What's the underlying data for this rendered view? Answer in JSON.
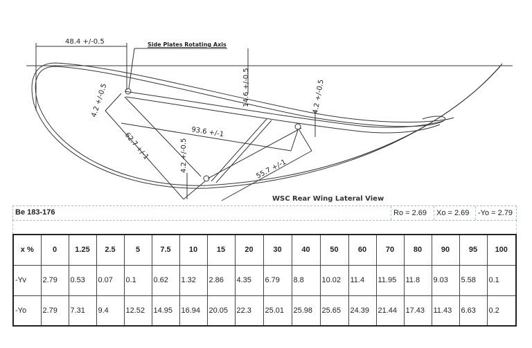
{
  "drawing": {
    "title": "WSC Rear Wing Lateral View",
    "note": "Side Plates Rotating Axis",
    "dimensions": {
      "d1": "48.4 +/-0.5",
      "d2": "4.2 +/-0.5",
      "d3": "14.6 +/-0.5",
      "d4": "4.2 +/-0.5",
      "d5": "93.6 +/-1",
      "d6": "62.7 +/-1",
      "d7": "4.2 +/-0.5",
      "d8": "55.7 +/-1"
    }
  },
  "profile": {
    "name": "Be 183-176",
    "ro": "Ro = 2.69",
    "xo": "Xo = 2.69",
    "yo": "-Yo = 2.79"
  },
  "table": {
    "headers": [
      "x %",
      "0",
      "1.25",
      "2.5",
      "5",
      "7.5",
      "10",
      "15",
      "20",
      "30",
      "40",
      "50",
      "60",
      "70",
      "80",
      "90",
      "95",
      "100"
    ],
    "rows": [
      {
        "label": "-Yv",
        "values": [
          "2.79",
          "0.53",
          "0.07",
          "0.1",
          "0.62",
          "1.32",
          "2.86",
          "4.35",
          "6.79",
          "8.8",
          "10.02",
          "11.4",
          "11.95",
          "11.8",
          "9.03",
          "5.58",
          "0.1"
        ]
      },
      {
        "label": "-Yo",
        "values": [
          "2.79",
          "7.31",
          "9.4",
          "12.52",
          "14.95",
          "16.94",
          "20.05",
          "22.3",
          "25.01",
          "25.98",
          "25.65",
          "24.39",
          "21.44",
          "17.43",
          "11.43",
          "6.63",
          "0.2"
        ]
      }
    ]
  }
}
